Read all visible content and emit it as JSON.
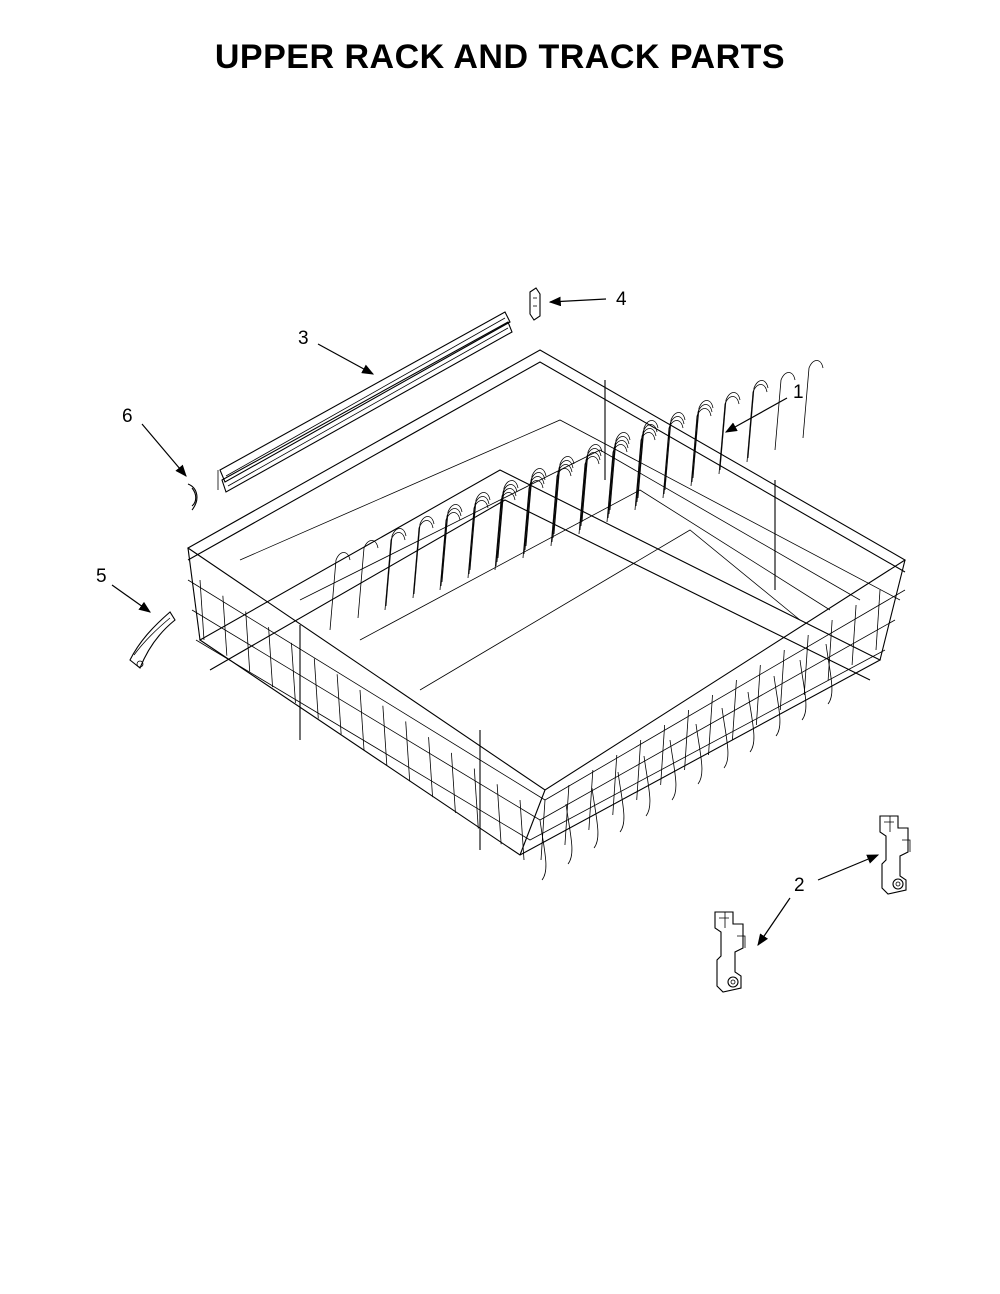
{
  "title": "UPPER RACK AND TRACK PARTS",
  "callouts": [
    {
      "id": "1",
      "label": "1"
    },
    {
      "id": "2",
      "label": "2"
    },
    {
      "id": "3",
      "label": "3"
    },
    {
      "id": "4",
      "label": "4"
    },
    {
      "id": "5",
      "label": "5"
    },
    {
      "id": "6",
      "label": "6"
    }
  ],
  "parts": [
    {
      "callout": "1",
      "icon": "upper-rack-drawing"
    },
    {
      "callout": "2",
      "icon": "rack-adjuster-drawing"
    },
    {
      "callout": "3",
      "icon": "track-rail-drawing"
    },
    {
      "callout": "4",
      "icon": "track-stop-clip-drawing"
    },
    {
      "callout": "5",
      "icon": "rack-handle-drawing"
    },
    {
      "callout": "6",
      "icon": "end-cap-drawing"
    }
  ]
}
